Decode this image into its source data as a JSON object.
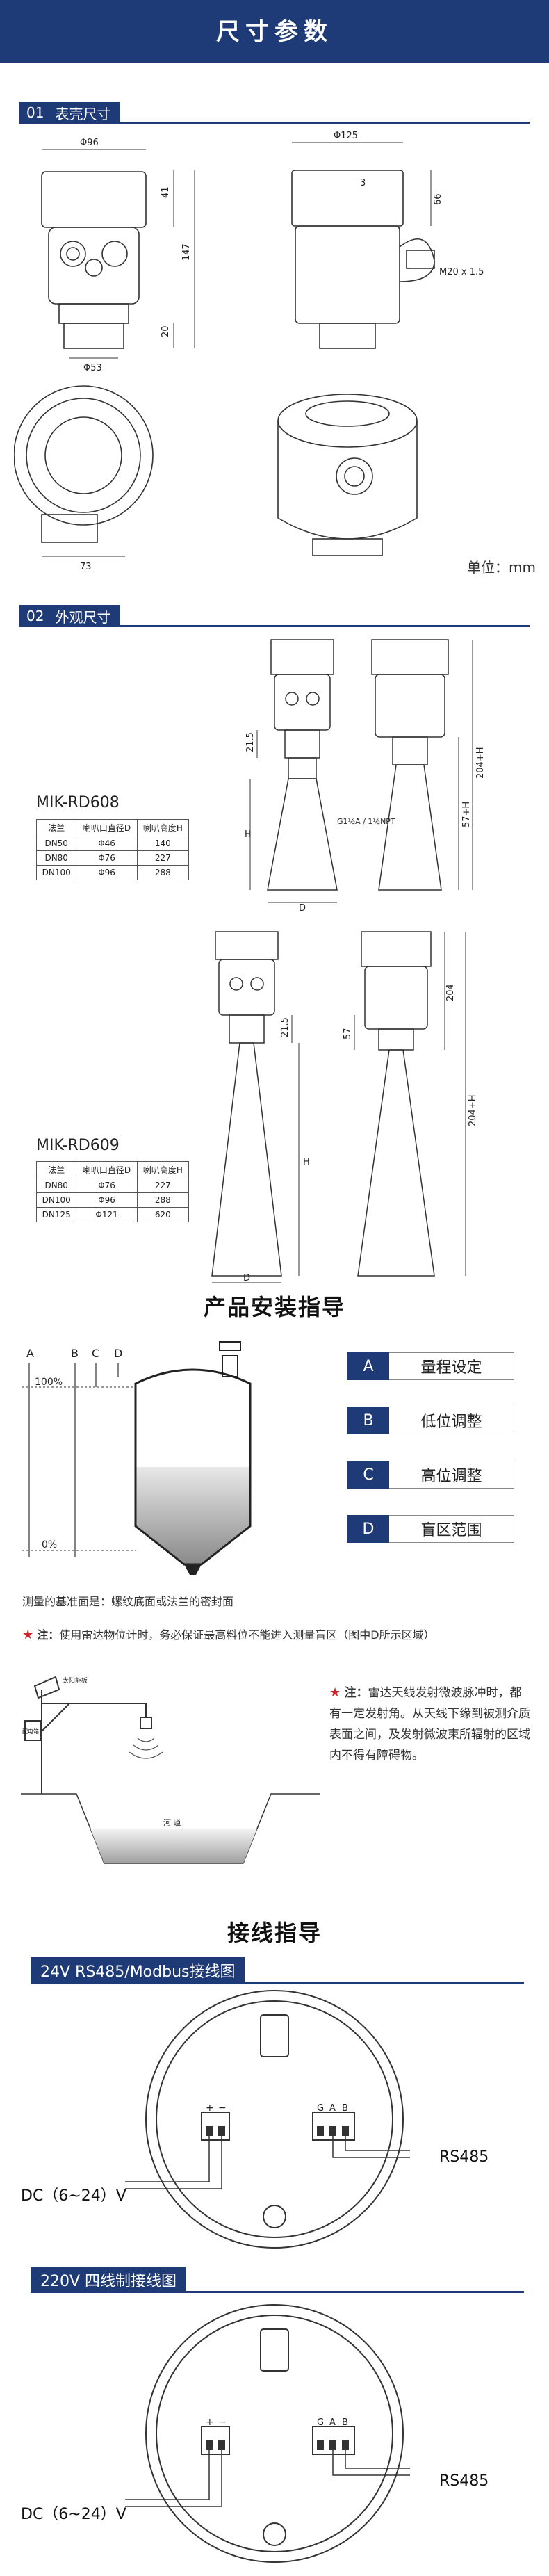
{
  "header": {
    "title": "尺寸参数"
  },
  "sec1": {
    "num": "01",
    "label": "表壳尺寸"
  },
  "sec2": {
    "num": "02",
    "label": "外观尺寸"
  },
  "dims": {
    "d96": "Φ96",
    "d41": "41",
    "d147": "147",
    "d20": "20",
    "d53": "Φ53",
    "d125": "Φ125",
    "d3": "3",
    "d66": "66",
    "m20": "M20 x 1.5",
    "d73": "73",
    "unit": "单位：mm"
  },
  "rd608": {
    "model": "MIK-RD608",
    "headers": [
      "法兰",
      "喇叭口直径D",
      "喇叭高度H"
    ],
    "rows": [
      [
        "DN50",
        "Φ46",
        "140"
      ],
      [
        "DN80",
        "Φ76",
        "227"
      ],
      [
        "DN100",
        "Φ96",
        "288"
      ]
    ],
    "d215": "21.5",
    "dH": "H",
    "dD": "D",
    "d204": "204+H",
    "d57": "57+H",
    "thread": "G1½A / 1½NPT"
  },
  "rd609": {
    "model": "MIK-RD609",
    "headers": [
      "法兰",
      "喇叭口直径D",
      "喇叭高度H"
    ],
    "rows": [
      [
        "DN80",
        "Φ76",
        "227"
      ],
      [
        "DN100",
        "Φ96",
        "288"
      ],
      [
        "DN125",
        "Φ121",
        "620"
      ]
    ],
    "d215": "21.5",
    "dH": "H",
    "dD": "D",
    "d204": "204",
    "d57": "57",
    "d204h": "204+H"
  },
  "install": {
    "title": "产品安装指导",
    "col_a": "A",
    "col_b": "B",
    "col_c": "C",
    "col_d": "D",
    "p100": "100%",
    "p0": "0%",
    "legend": [
      {
        "key": "A",
        "value": "量程设定"
      },
      {
        "key": "B",
        "value": "低位调整"
      },
      {
        "key": "C",
        "value": "高位调整"
      },
      {
        "key": "D",
        "value": "盲区范围"
      }
    ],
    "base_note": "测量的基准面是：螺纹底面或法兰的密封面",
    "note_prefix": "注：",
    "note1": "使用雷达物位计时，务必保证最高料位不能进入测量盲区（图中D所示区域）",
    "note2": "雷达天线发射微波脉冲时，都有一定发射角。从天线下缘到被测介质表面之间，及发射微波束所辐射的区域内不得有障碍物。",
    "pole_label": "太阳能板",
    "box_label": "配电箱",
    "river_label": "河 道"
  },
  "wiring": {
    "title": "接线指导",
    "w1_label": "24V  RS485/Modbus接线图",
    "w2_label": "220V 四线制接线图",
    "plus": "+",
    "minus": "−",
    "gab": [
      "G",
      "A",
      "B"
    ],
    "dc1": "DC（6~24）V",
    "dc2": "DC（6~24）V",
    "rs485_1": "RS485",
    "rs485_2": "RS485"
  },
  "colors": {
    "brand": "#1e3b78",
    "star": "#d0202a"
  }
}
